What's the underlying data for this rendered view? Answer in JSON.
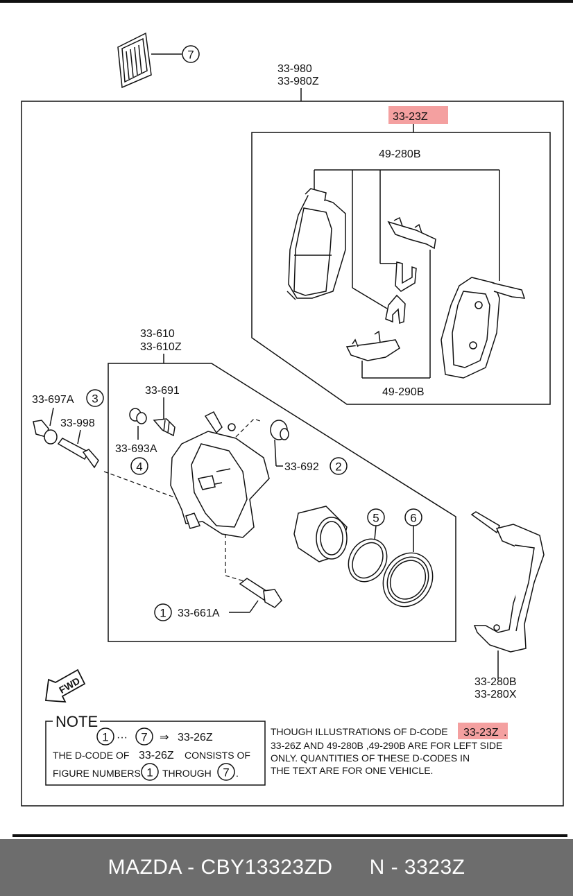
{
  "labels": {
    "assembly_codes": [
      "33-980",
      "33-980Z"
    ],
    "pad_kit_code": "33-23Z",
    "shim_code_top": "49-280B",
    "shim_code_bottom": "49-290B",
    "caliper_codes": [
      "33-610",
      "33-610Z"
    ],
    "bolt_code": "33-691",
    "sleeve_code": "33-693A",
    "cap_code": "33-697A",
    "guide_pin_code": "33-998",
    "bleeder_cap_code": "33-692",
    "lower_pin_code": "33-661A",
    "bracket_codes": [
      "33-280B",
      "33-280X"
    ],
    "fwd": "FWD"
  },
  "callouts": {
    "c1": "1",
    "c2": "2",
    "c3": "3",
    "c4": "4",
    "c5": "5",
    "c6": "6",
    "c7": "7"
  },
  "note": {
    "title": "NOTE",
    "range_from": "1",
    "range_dots": "···",
    "range_to": "7",
    "arrow": "⇒",
    "range_code": "33-26Z",
    "line2_a": "THE D-CODE OF",
    "line2_code": "33-26Z",
    "line2_b": "CONSISTS OF",
    "line3_a": "FIGURE NUMBERS",
    "line3_from": "1",
    "line3_mid": "THROUGH",
    "line3_to": "7",
    "line3_end": "."
  },
  "remark": {
    "line1_a": "THOUGH ILLUSTRATIONS OF D-CODE",
    "line1_code": "33-23Z",
    "line1_end": ".",
    "line2": "33-26Z   AND  49-280B  ,49-290B ARE FOR LEFT SIDE",
    "line3": "ONLY. QUANTITIES OF THESE D-CODES IN",
    "line4": "THE TEXT ARE FOR ONE VEHICLE."
  },
  "highlight_color": "#f4a0a0",
  "footer": {
    "brand_part": "MAZDA - CBY13323ZD",
    "ref": "N - 3323Z"
  }
}
